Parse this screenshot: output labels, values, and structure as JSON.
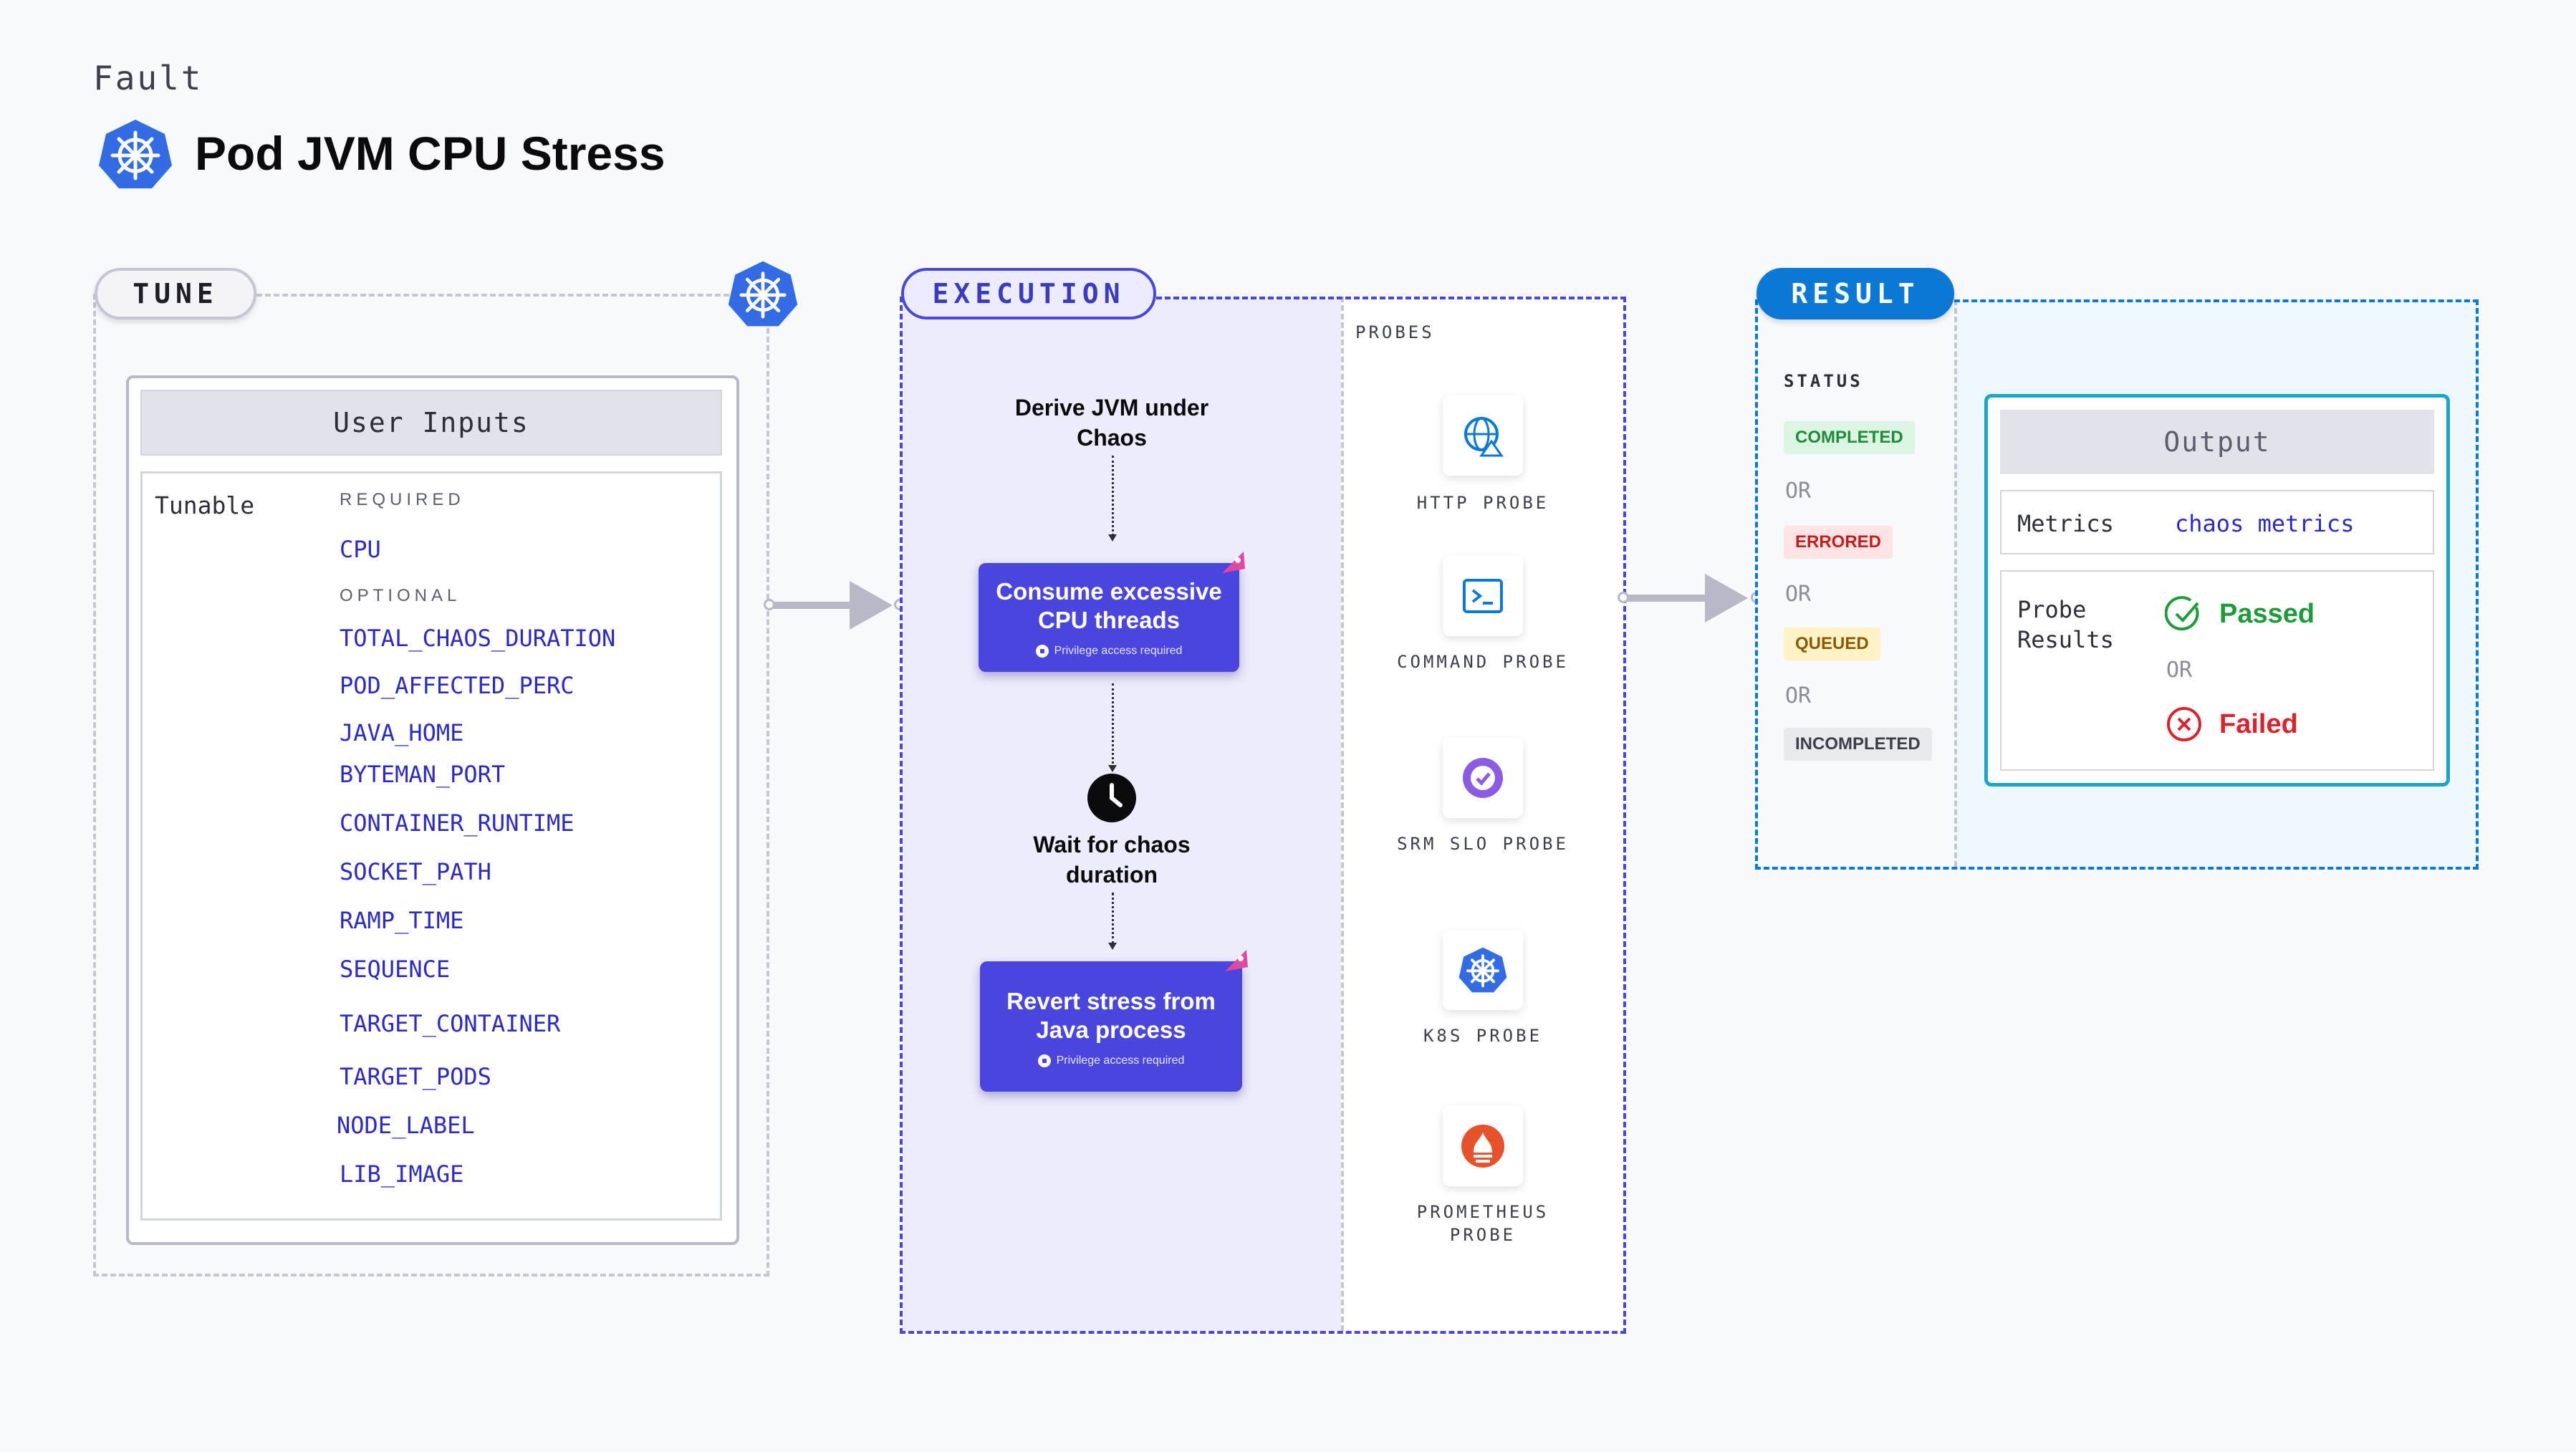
{
  "header": {
    "category": "Fault",
    "title": "Pod JVM CPU Stress",
    "title_icon": "kubernetes-icon"
  },
  "tune": {
    "label": "TUNE",
    "card_title": "User Inputs",
    "tunable_label": "Tunable",
    "required_label": "REQUIRED",
    "required": [
      "CPU"
    ],
    "optional_label": "OPTIONAL",
    "optional": [
      "TOTAL_CHAOS_DURATION",
      "POD_AFFECTED_PERC",
      "JAVA_HOME",
      "BYTEMAN_PORT",
      "CONTAINER_RUNTIME",
      "SOCKET_PATH",
      "RAMP_TIME",
      "SEQUENCE",
      "TARGET_CONTAINER",
      "TARGET_PODS",
      "NODE_LABEL",
      "LIB_IMAGE"
    ]
  },
  "execution": {
    "label": "EXECUTION",
    "step1": "Derive JVM under Chaos",
    "action1": "Consume excessive CPU threads",
    "privilege": "Privilege access required",
    "step2": "Wait for chaos duration",
    "action2": "Revert stress from Java process",
    "probes_label": "PROBES",
    "probes": [
      {
        "label": "HTTP PROBE",
        "icon": "globe-icon"
      },
      {
        "label": "COMMAND PROBE",
        "icon": "terminal-icon"
      },
      {
        "label": "SRM SLO PROBE",
        "icon": "srm-slo-icon"
      },
      {
        "label": "K8S PROBE",
        "icon": "kubernetes-icon"
      },
      {
        "label": "PROMETHEUS PROBE",
        "icon": "prometheus-icon"
      }
    ]
  },
  "result": {
    "label": "RESULT",
    "status_label": "STATUS",
    "statuses": [
      {
        "text": "COMPLETED",
        "fg": "#1e8c3a",
        "bg": "#dcf5e1"
      },
      {
        "text": "ERRORED",
        "fg": "#c41d1d",
        "bg": "#fde3e3"
      },
      {
        "text": "QUEUED",
        "fg": "#8a5a00",
        "bg": "#fdf3c5"
      },
      {
        "text": "INCOMPLETED",
        "fg": "#3b3f4a",
        "bg": "#e9eaee"
      }
    ],
    "or_text": "OR",
    "output_title": "Output",
    "metrics_label": "Metrics",
    "metrics_value": "chaos metrics",
    "probe_results_label_1": "Probe",
    "probe_results_label_2": "Results",
    "passed": "Passed",
    "failed": "Failed"
  },
  "colors": {
    "accent": "#4a46dd",
    "result_blue": "#0a78d4",
    "passed": "#1e9c3a",
    "failed": "#d9232e"
  }
}
